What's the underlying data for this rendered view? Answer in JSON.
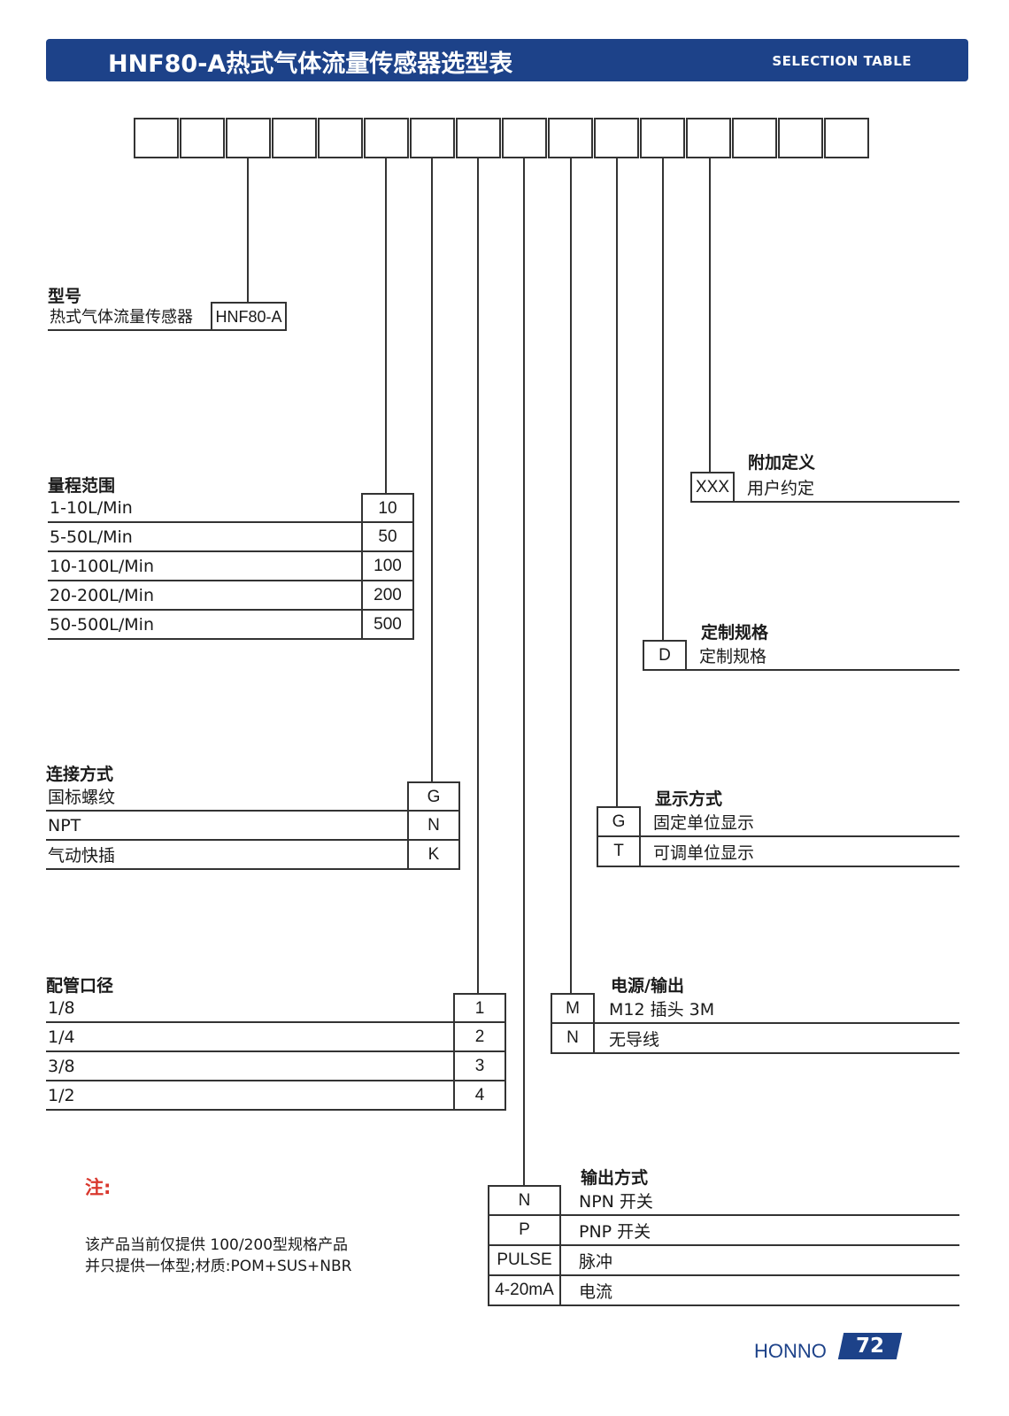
{
  "header": {
    "title": "HNF80-A热式气体流量传感器选型表",
    "subtitle": "SELECTION TABLE"
  },
  "model": {
    "title": "型号",
    "label": "热式气体流量传感器",
    "code": "HNF80-A"
  },
  "range": {
    "title": "量程范围",
    "rows": [
      {
        "label": "1-10L/Min",
        "code": "10"
      },
      {
        "label": "5-50L/Min",
        "code": "50"
      },
      {
        "label": "10-100L/Min",
        "code": "100"
      },
      {
        "label": "20-200L/Min",
        "code": "200"
      },
      {
        "label": "50-500L/Min",
        "code": "500"
      }
    ]
  },
  "connection": {
    "title": "连接方式",
    "rows": [
      {
        "label": "国标螺纹",
        "code": "G"
      },
      {
        "label": "NPT",
        "code": "N"
      },
      {
        "label": "气动快插",
        "code": "K"
      }
    ]
  },
  "pipe": {
    "title": "配管口径",
    "rows": [
      {
        "label": "1/8",
        "code": "1"
      },
      {
        "label": "1/4",
        "code": "2"
      },
      {
        "label": "3/8",
        "code": "3"
      },
      {
        "label": "1/2",
        "code": "4"
      }
    ]
  },
  "additional": {
    "title": "附加定义",
    "rows": [
      {
        "code": "XXX",
        "label": "用户约定"
      }
    ]
  },
  "custom": {
    "title": "定制规格",
    "rows": [
      {
        "code": "D",
        "label": "定制规格"
      }
    ]
  },
  "display": {
    "title": "显示方式",
    "rows": [
      {
        "code": "G",
        "label": "固定单位显示"
      },
      {
        "code": "T",
        "label": "可调单位显示"
      }
    ]
  },
  "power": {
    "title": "电源/输出",
    "rows": [
      {
        "code": "M",
        "label": "M12 插头 3M"
      },
      {
        "code": "N",
        "label": "无导线"
      }
    ]
  },
  "output": {
    "title": "输出方式",
    "rows": [
      {
        "code": "N",
        "label": "NPN 开关"
      },
      {
        "code": "P",
        "label": "PNP 开关"
      },
      {
        "code": "PULSE",
        "label": "脉冲"
      },
      {
        "code": "4-20mA",
        "label": "电流"
      }
    ]
  },
  "note": {
    "title": "注:",
    "lines": [
      "该产品当前仅提供 100/200型规格产品",
      "并只提供一体型;材质:POM+SUS+NBR"
    ]
  },
  "footer": {
    "brand": "HONNO",
    "page": "72"
  }
}
